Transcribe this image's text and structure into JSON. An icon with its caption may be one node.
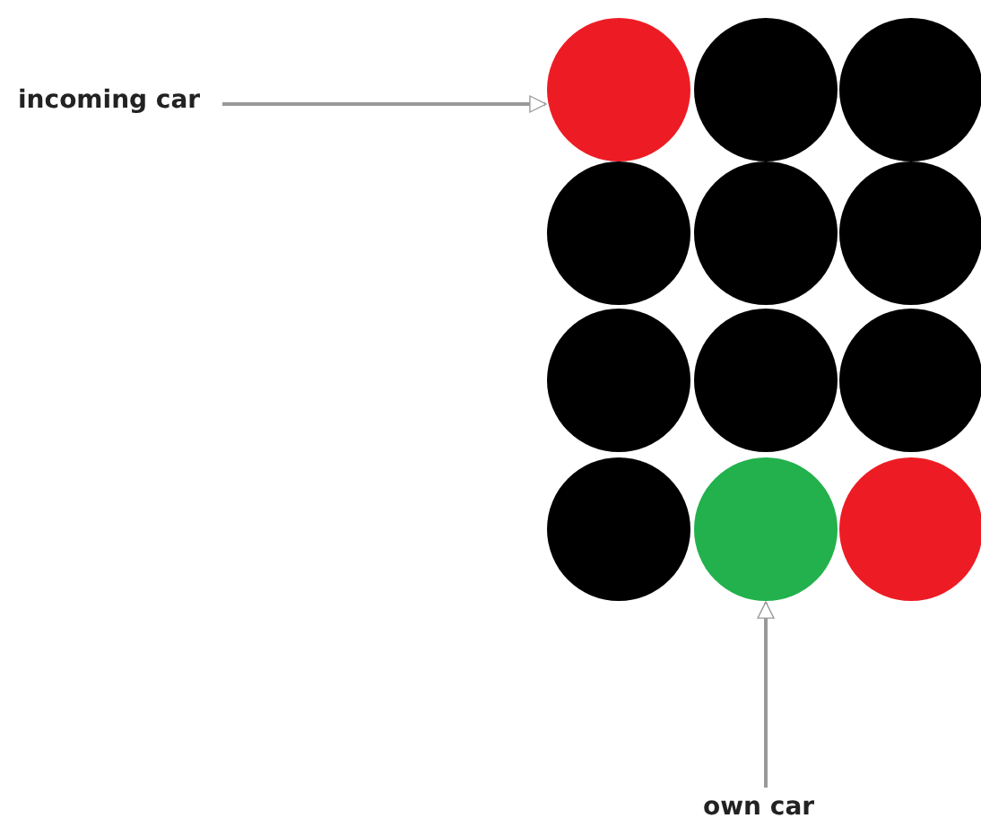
{
  "diagram": {
    "nodes": [
      {
        "text": [
          "incoming car"
        ]
      },
      {
        "text": [],
        "shape": "circle"
      },
      {
        "text": [],
        "shape": "circle"
      },
      {
        "text": [],
        "shape": "circle"
      },
      {
        "text": [],
        "shape": "circle"
      },
      {
        "text": [],
        "shape": "circle"
      },
      {
        "text": [],
        "shape": "circle"
      },
      {
        "text": [],
        "shape": "circle"
      },
      {
        "text": [],
        "shape": "circle"
      },
      {
        "text": [],
        "shape": "circle"
      },
      {
        "text": [],
        "shape": "circle"
      },
      {
        "text": [],
        "shape": "circle"
      },
      {
        "text": [],
        "shape": "circle"
      },
      {
        "text": [
          "own car"
        ]
      }
    ],
    "edges": [
      {
        "from": 0,
        "to": 1,
        "arrow": "to"
      },
      {
        "from": 13,
        "to": 11,
        "arrow": "to"
      }
    ]
  }
}
